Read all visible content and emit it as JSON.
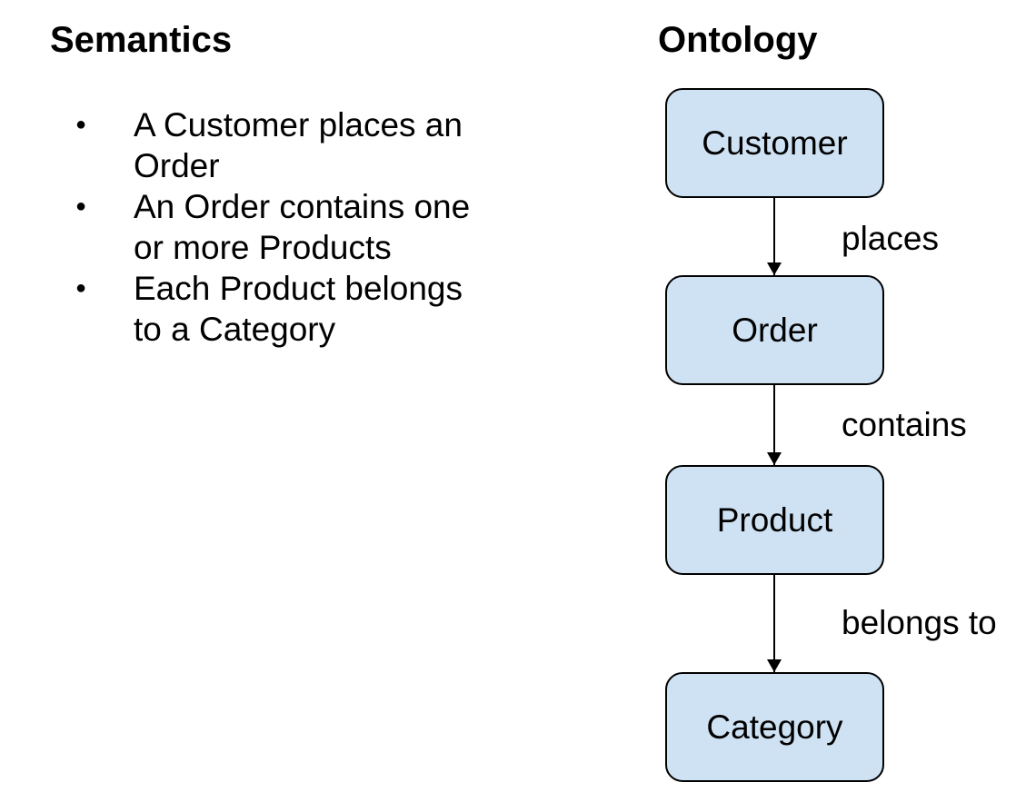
{
  "semantics": {
    "title": "Semantics",
    "bullet_glyph": "●",
    "bullets": [
      {
        "lines": [
          "A Customer places an",
          "Order"
        ]
      },
      {
        "lines": [
          "An Order contains one",
          "or more Products"
        ]
      },
      {
        "lines": [
          "Each Product belongs",
          "to a Category"
        ]
      }
    ]
  },
  "ontology": {
    "title": "Ontology",
    "nodes": [
      {
        "label": "Customer"
      },
      {
        "label": "Order"
      },
      {
        "label": "Product"
      },
      {
        "label": "Category"
      }
    ],
    "edges": [
      {
        "label": "places"
      },
      {
        "label": "contains"
      },
      {
        "label": "belongs to"
      }
    ]
  },
  "colors": {
    "node_fill": "#cfe2f3",
    "node_border": "#000000",
    "text": "#000000",
    "background": "#ffffff"
  }
}
